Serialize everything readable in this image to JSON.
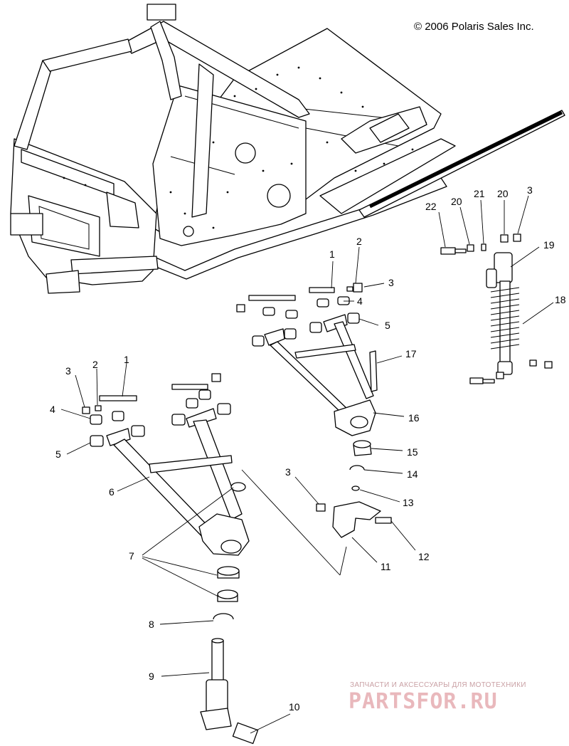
{
  "copyright": "© 2006 Polaris Sales Inc.",
  "watermark": {
    "tagline": "ЗАПЧАСТИ И АКСЕССУАРЫ ДЛЯ МОТОТЕХНИКИ",
    "site": "PARTSFOR.RU",
    "color": "#e9b8bc"
  },
  "callouts": {
    "c1a": "1",
    "c2a": "2",
    "c3a": "3",
    "c4a": "4",
    "c5a": "5",
    "c17": "17",
    "c16": "16",
    "c15": "15",
    "c14": "14",
    "c13": "13",
    "c3b": "3",
    "c11": "11",
    "c12": "12",
    "c22": "22",
    "c20a": "20",
    "c21": "21",
    "c20b": "20",
    "c3c": "3",
    "c19": "19",
    "c18": "18",
    "c3d": "3",
    "c2b": "2",
    "c1b": "1",
    "c4b": "4",
    "c5b": "5",
    "c6": "6",
    "c7": "7",
    "c8": "8",
    "c9": "9",
    "c10": "10"
  }
}
